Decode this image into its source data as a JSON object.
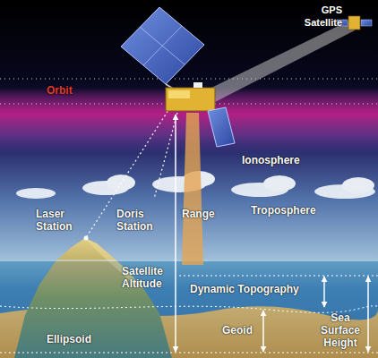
{
  "diagram": {
    "labels": [
      "GPS Satellite",
      "Orbit",
      "Ionosphere",
      "Laser Station",
      "Doris Station",
      "Range",
      "Troposphere",
      "Satellite Altitude",
      "Dynamic Topography",
      "Geoid",
      "Sea Surface Height",
      "Ellipsoid"
    ]
  }
}
